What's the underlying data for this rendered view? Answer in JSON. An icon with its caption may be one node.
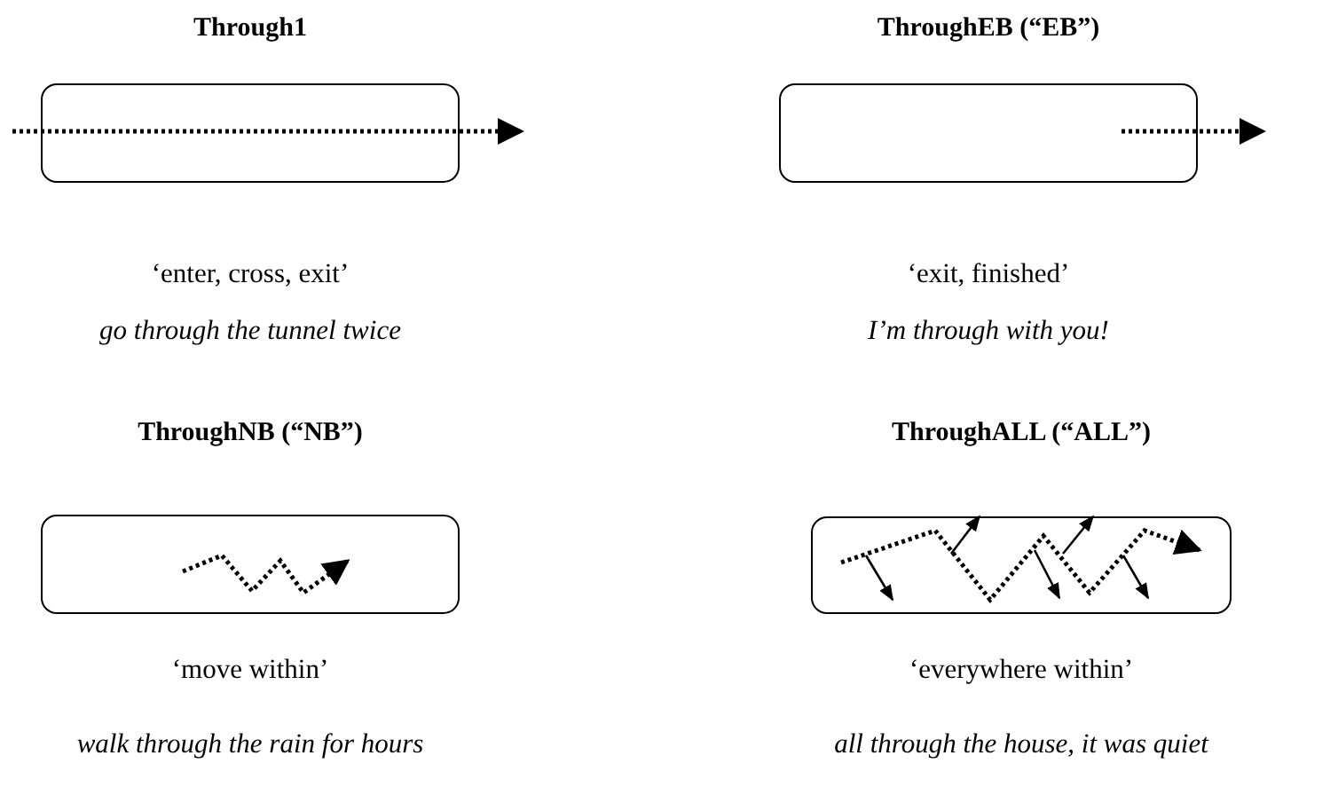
{
  "diagram": {
    "nodes": [
      {
        "text": [
          "Through1"
        ],
        "beside": [
          "‘enter, cross, exit’",
          "go through the tunnel twice"
        ]
      },
      {
        "text": [
          "ThroughEB (“EB”)"
        ],
        "beside": [
          "‘exit, finished’",
          "I’m through with you!"
        ]
      },
      {
        "text": [
          "ThroughNB (“NB”)"
        ],
        "beside": [
          "‘move within’",
          "walk through the rain for hours"
        ]
      },
      {
        "text": [
          "ThroughALL (“ALL”)"
        ],
        "beside": [
          "‘everywhere within’",
          "all through the house, it was quiet"
        ]
      }
    ]
  }
}
